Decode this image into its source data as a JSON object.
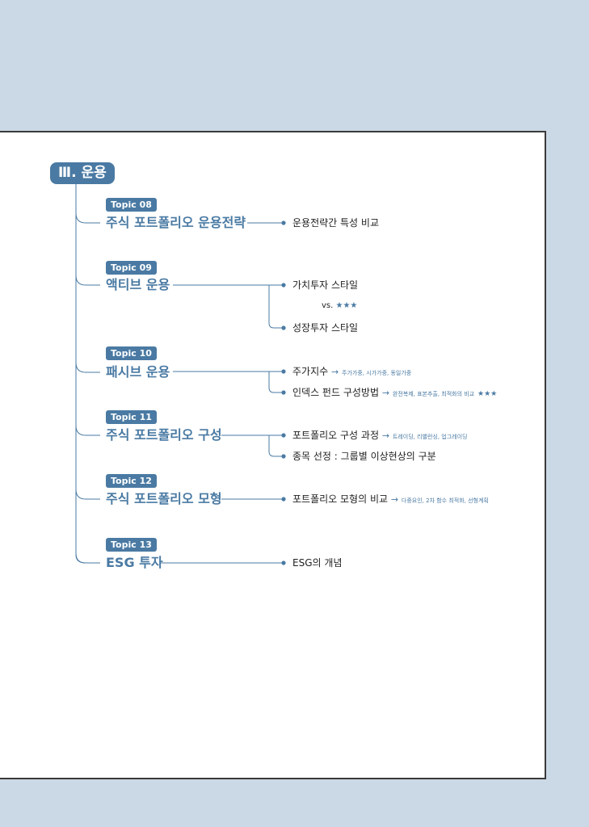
{
  "chapter": "Ⅲ. 운용",
  "accent": "#4a7aa3",
  "topics": [
    {
      "badge": "Topic 08",
      "title": "주식 포트폴리오 운용전략",
      "leaves": [
        {
          "text": "운용전략간 특성 비교"
        }
      ]
    },
    {
      "badge": "Topic 09",
      "title": "액티브 운용",
      "leaves": [
        {
          "text": "가치투자 스타일"
        },
        {
          "text": "성장투자 스타일"
        }
      ],
      "vs": "vs.",
      "vs_stars": "★★★"
    },
    {
      "badge": "Topic 10",
      "title": "패시브 운용",
      "leaves": [
        {
          "text": "주가지수",
          "arrow": "→",
          "note": "주가가중, 시가가중, 동일가중"
        },
        {
          "text": "인덱스 펀드 구성방법",
          "arrow": "→",
          "note": "완전복제, 표본추출, 최적화의 비교",
          "stars": "★★★"
        }
      ]
    },
    {
      "badge": "Topic 11",
      "title": "주식 포트폴리오 구성",
      "leaves": [
        {
          "text": "포트폴리오 구성 과정",
          "arrow": "→",
          "note": "트레이딩, 리밸런싱, 업그레이딩"
        },
        {
          "text": "종목 선정 : 그룹별 이상현상의 구분"
        }
      ]
    },
    {
      "badge": "Topic 12",
      "title": "주식 포트폴리오 모형",
      "leaves": [
        {
          "text": "포트폴리오 모형의 비교",
          "arrow": "→",
          "note": "다중요인, 2차 함수 최적화, 선형계획"
        }
      ]
    },
    {
      "badge": "Topic 13",
      "title": "ESG 투자",
      "leaves": [
        {
          "text": "ESG의 개념"
        }
      ]
    }
  ]
}
